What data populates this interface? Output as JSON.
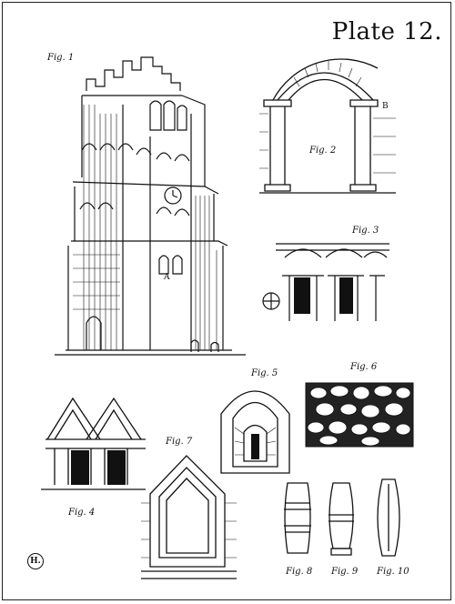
{
  "plate": {
    "title": "Plate 12.",
    "monogram": "H.",
    "labels": {
      "fig1": "Fig. 1",
      "fig1_a": "A",
      "fig2": "Fig. 2",
      "fig2_b": "B",
      "fig3": "Fig. 3",
      "fig4": "Fig. 4",
      "fig5": "Fig. 5",
      "fig6": "Fig. 6",
      "fig7": "Fig. 7",
      "fig8": "Fig. 8",
      "fig9": "Fig. 9",
      "fig10": "Fig. 10"
    }
  }
}
